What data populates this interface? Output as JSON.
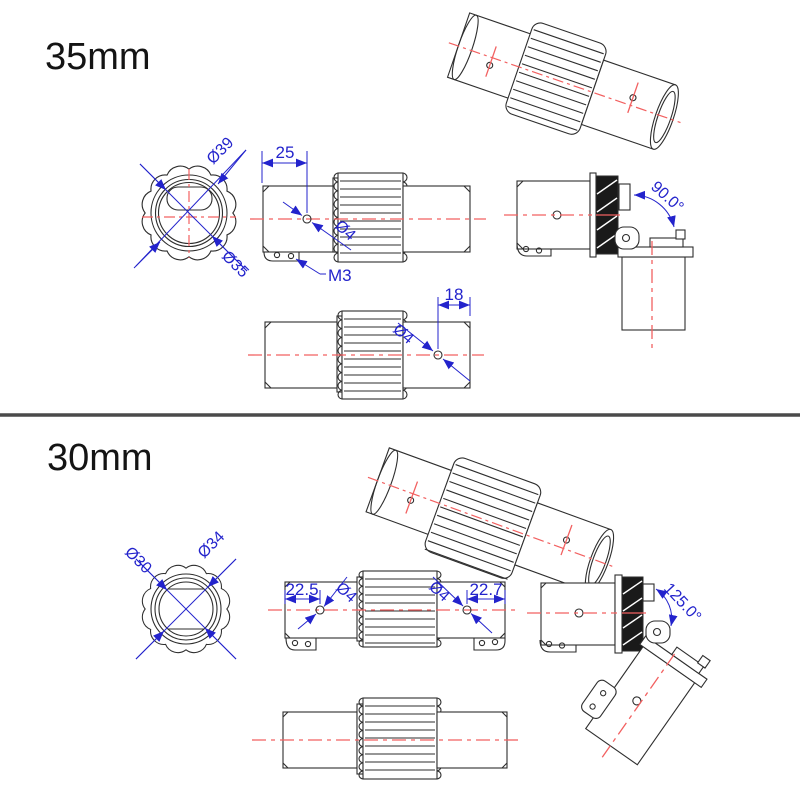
{
  "colors": {
    "blue": "#2323cc",
    "red": "#f26060",
    "line": "#2e2e2e",
    "divider": "#4a4a4a",
    "thread": "#1a1a1a"
  },
  "sections": [
    {
      "title": "35mm",
      "circle_view": {
        "outer_dia": "Ø39",
        "inner_dia": "Ø35"
      },
      "front_view": {
        "hole_offset": "25",
        "hole_dia": "Ø4",
        "thread": "M3"
      },
      "bottom_view": {
        "hole_offset": "18",
        "hole_dia": "Ø4"
      },
      "side_view": {
        "angle": "90.0°"
      }
    },
    {
      "title": "30mm",
      "circle_view": {
        "inner_dia": "Ø30",
        "outer_dia": "Ø34"
      },
      "front_view": {
        "hole_offset_left": "22.5",
        "hole_dia_left": "Ø4",
        "hole_dia_right": "Ø4",
        "hole_offset_right": "22.7"
      },
      "side_view": {
        "angle": "125.0°"
      }
    }
  ]
}
